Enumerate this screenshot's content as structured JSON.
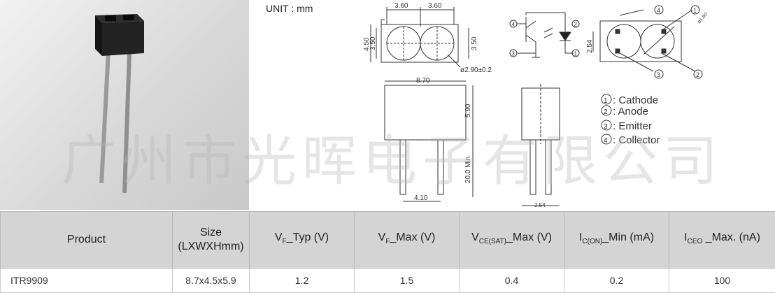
{
  "unit_label": "UNIT : mm",
  "watermark": "广州市光晖电子有限公司",
  "dimensions": {
    "width_a": "3.60",
    "width_b": "3.60",
    "height_outer": "4.50",
    "height_inner_left": "3.50",
    "height_inner_right": "3.50",
    "hole_dia": "ø2.90±0.2",
    "pitch": "2.54",
    "pin_dia": "ø1.60",
    "length": "8.70",
    "body_height": "5.90",
    "lead_length": "20.0 Min",
    "lead_spacing": "4.10",
    "side_pitch": "2.54"
  },
  "pins": {
    "n1": "1",
    "n2": "2",
    "n3": "3",
    "n4": "4"
  },
  "legend": [
    {
      "num": "1",
      "text": ": Cathode"
    },
    {
      "num": "2",
      "text": ": Anode"
    },
    {
      "num": "3",
      "text": ": Emitter"
    },
    {
      "num": "4",
      "text": ": Collector"
    }
  ],
  "table": {
    "headers": [
      {
        "main": "Product",
        "sub": "",
        "tail": ""
      },
      {
        "main": "Size",
        "sub": "",
        "tail": "(LXWXHmm)"
      },
      {
        "main": "V",
        "sub": "F",
        "tail": "_Typ (V)"
      },
      {
        "main": "V",
        "sub": "F",
        "tail": "_Max (V)"
      },
      {
        "main": "V",
        "sub": "CE(SAT)",
        "tail": "_Max (V)"
      },
      {
        "main": "I",
        "sub": "C(ON)",
        "tail": "_Min (mA)"
      },
      {
        "main": "I",
        "sub": "CEO",
        "tail": " _Max. (nA)"
      }
    ],
    "row": [
      "ITR9909",
      "8.7x4.5x5.9",
      "1.2",
      "1.5",
      "0.4",
      "0.2",
      "100"
    ]
  }
}
